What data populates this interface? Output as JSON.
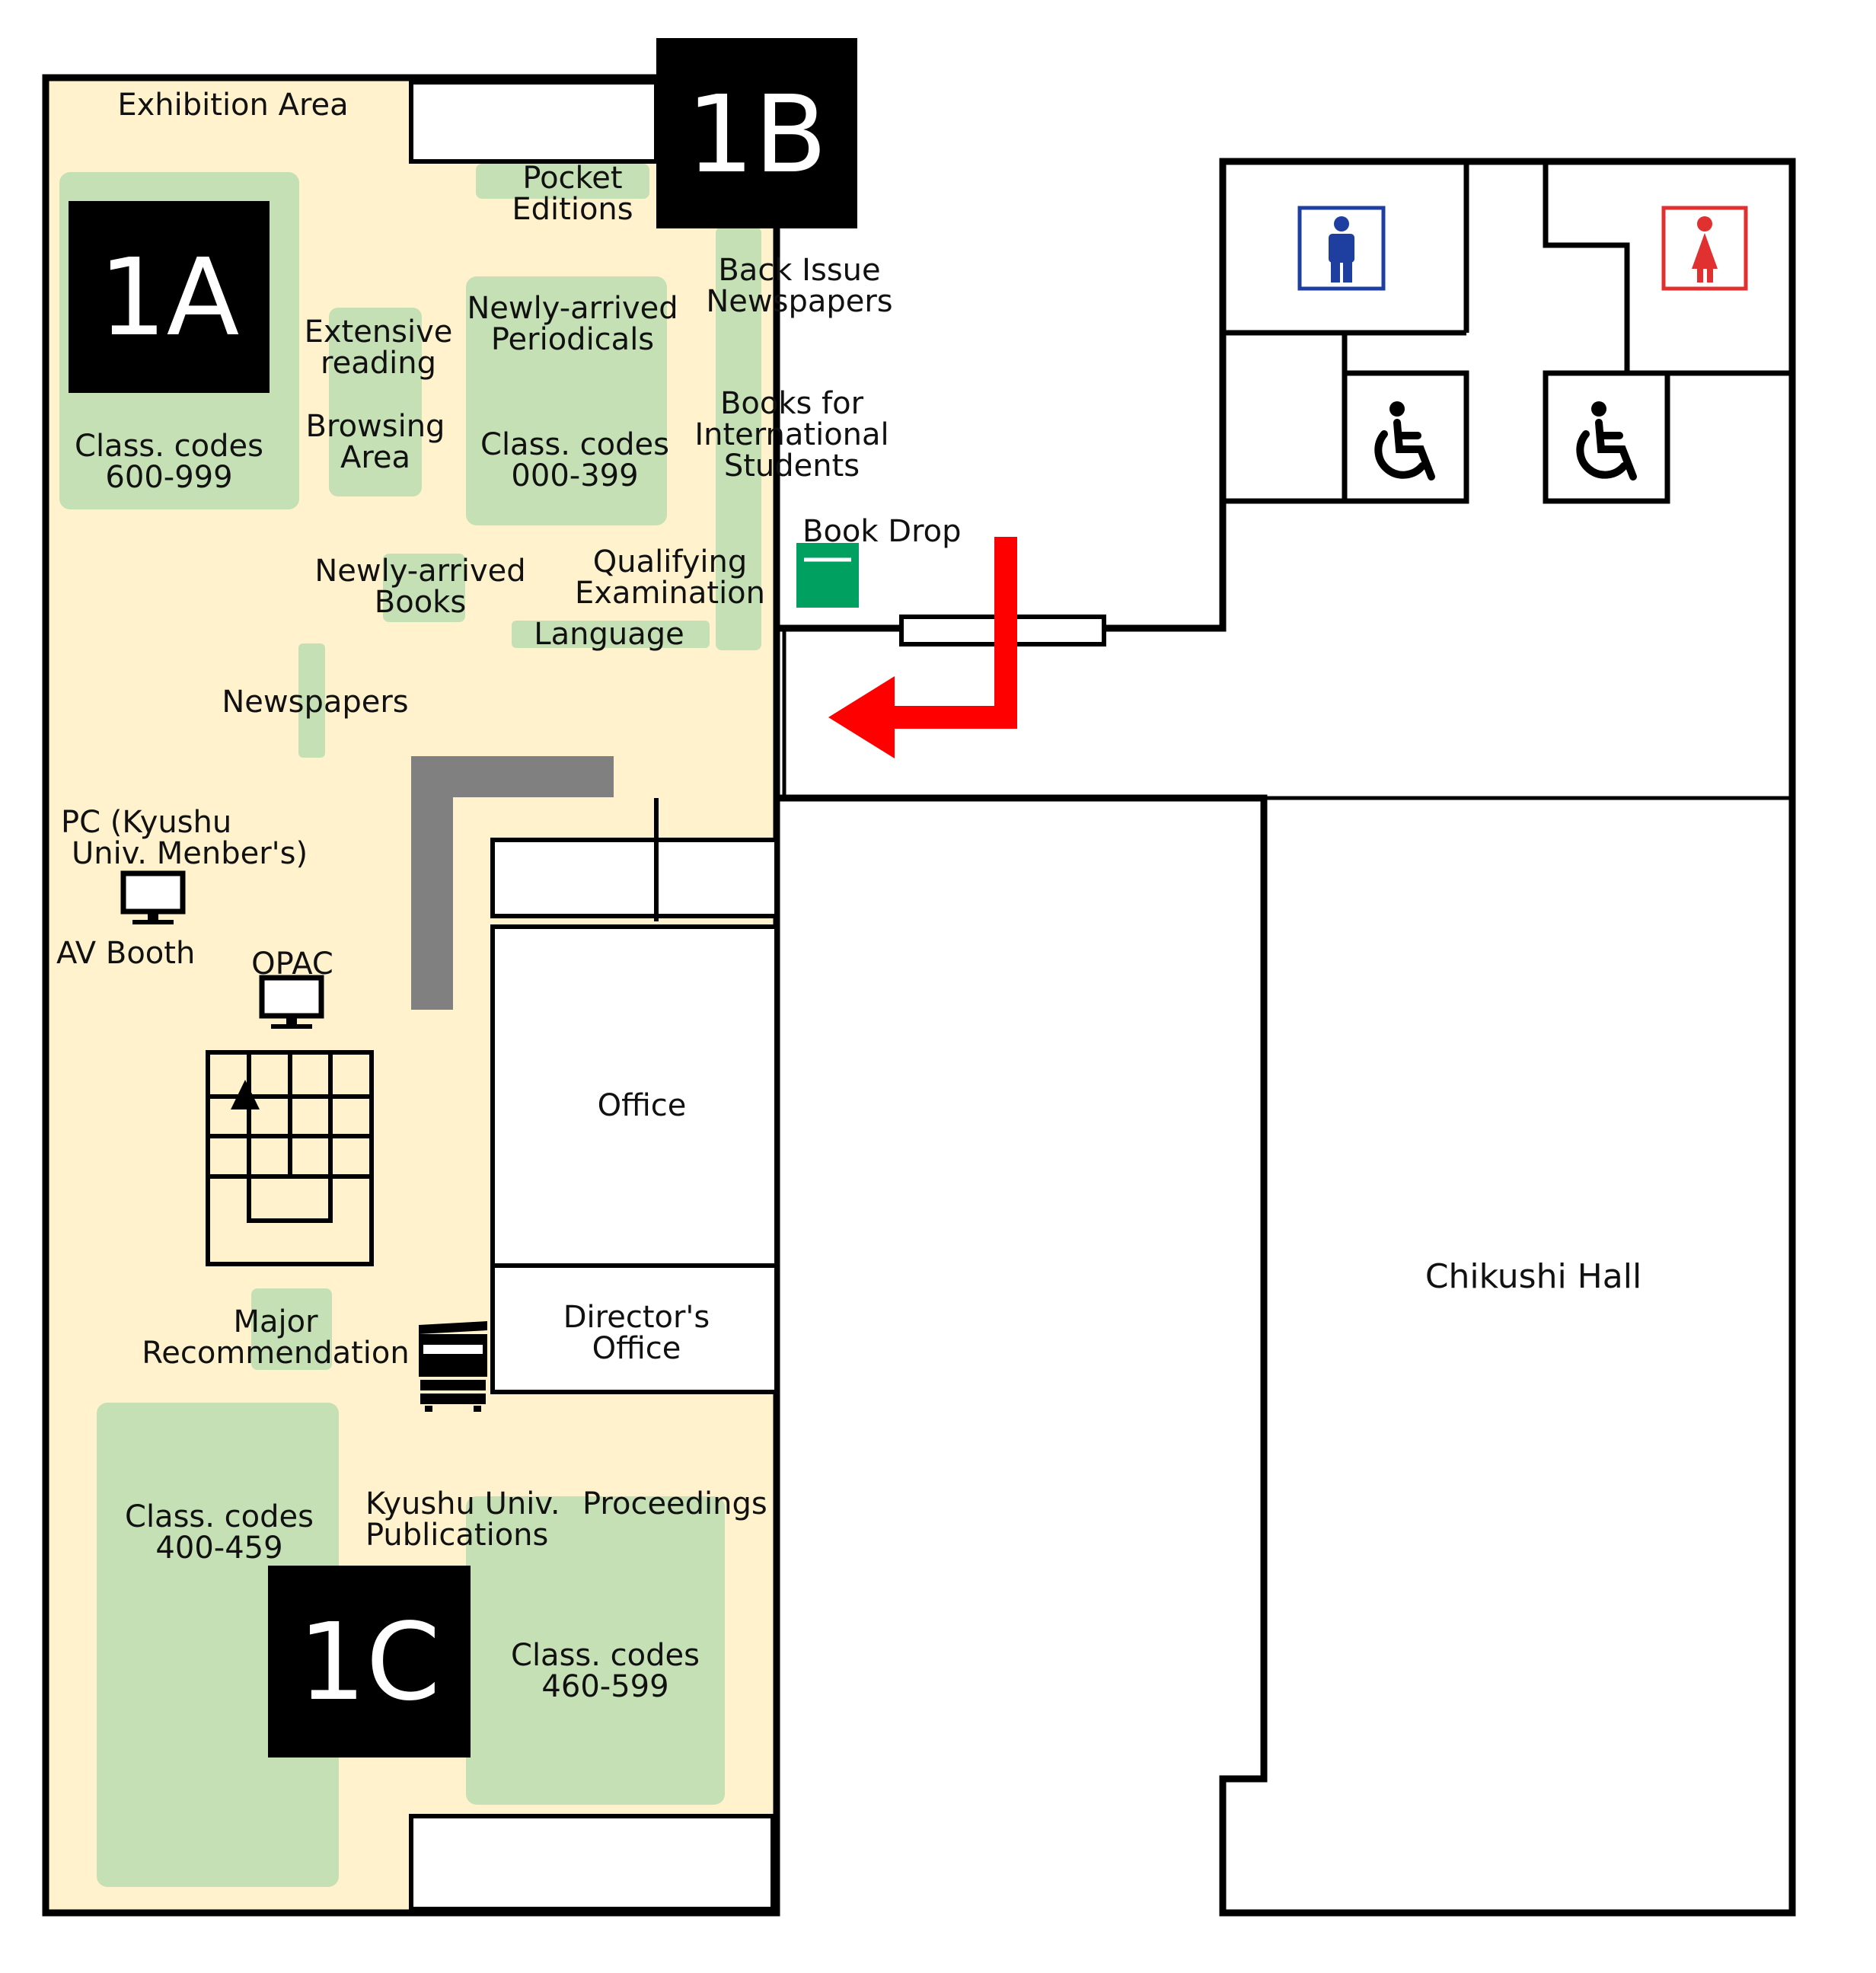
{
  "zones": {
    "z1a": "1A",
    "z1b": "1B",
    "z1c": "1C"
  },
  "labels": {
    "exhibition_area": "Exhibition Area",
    "pocket_editions": [
      "Pocket",
      "Editions"
    ],
    "class_600_999": [
      "Class. codes",
      "600-999"
    ],
    "extensive_reading": [
      "Extensive",
      "reading"
    ],
    "browsing_area": [
      "Browsing",
      "Area"
    ],
    "newly_arrived_periodicals": [
      "Newly-arrived",
      "Periodicals"
    ],
    "class_000_399": [
      "Class. codes",
      "000-399"
    ],
    "back_issue_newspapers": [
      "Back Issue",
      "Newspapers"
    ],
    "books_international": [
      "Books for",
      "International",
      "Students"
    ],
    "book_drop": "Book Drop",
    "newly_arrived_books": [
      "Newly-arrived",
      "Books"
    ],
    "qualifying_examination": [
      "Qualifying",
      "Examination"
    ],
    "language": "Language",
    "newspapers": "Newspapers",
    "pc_members": [
      "PC (Kyushu",
      "Univ. Menber's)"
    ],
    "av_booth": "AV Booth",
    "opac": "OPAC",
    "office": "Office",
    "directors_office": [
      "Director's",
      "Office"
    ],
    "major_recommendation": [
      "Major",
      "Recommendation"
    ],
    "class_400_459": [
      "Class. codes",
      "400-459"
    ],
    "kyushu_publications": [
      "Kyushu Univ.",
      "Publications"
    ],
    "proceedings": "Proceedings",
    "class_460_599": [
      "Class. codes",
      "460-599"
    ],
    "chikushi_hall": "Chikushi Hall"
  },
  "icons": {
    "mens_restroom": "male-restroom-icon",
    "womens_restroom": "female-restroom-icon",
    "accessible_1": "wheelchair-icon",
    "accessible_2": "wheelchair-icon",
    "book_drop": "book-drop-box-icon",
    "pc": "monitor-icon",
    "opac": "monitor-icon",
    "copier": "copier-icon",
    "stairs": "stairs-icon",
    "entrance_arrow": "red-arrow-icon"
  },
  "colors": {
    "floor": "#fff2cc",
    "shelf": "#c5e0b4",
    "zone_box": "#000000",
    "wall": "#000000",
    "counter": "#808080",
    "arrow": "#ff0000",
    "book_drop": "#00a060",
    "mens_icon": "#1f3fa0",
    "womens_icon": "#e03030"
  }
}
